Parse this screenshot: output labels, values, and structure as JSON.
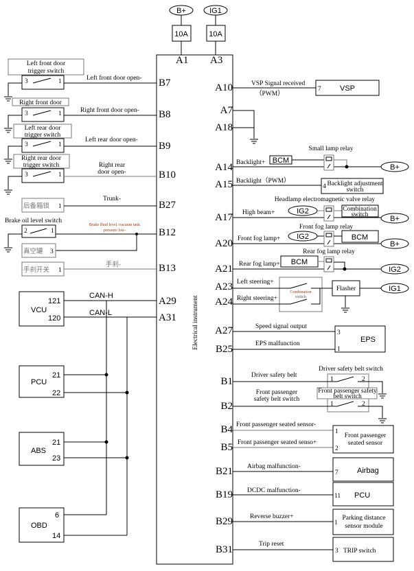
{
  "module": {
    "title": "Electrical instrument",
    "top_pins": [
      "A1",
      "A3"
    ]
  },
  "power": {
    "bplus": "B+",
    "ig1": "IG1",
    "fuse1": "10A",
    "fuse2": "10A"
  },
  "left": {
    "lf": {
      "switch": "Left front door trigger switch",
      "sw1": "Left front door",
      "sw2": "trigger switch",
      "signal": "Left front door open-",
      "pin": "B7",
      "p3": "3",
      "p1": "1"
    },
    "rf": {
      "switch": "Right front door",
      "signal": "Right front door open-",
      "pin": "B8",
      "p3": "3",
      "p1": "1"
    },
    "lr": {
      "sw1": "Left rear door",
      "sw2": "trigger switch",
      "signal": "Left rear door open-",
      "pin": "B9",
      "p3": "3",
      "p1": "1"
    },
    "rr": {
      "sw1": "Right rear door",
      "sw2": "trigger switch",
      "sig1": "Right rear",
      "sig2": "door open-",
      "pin": "B10",
      "p3": "3",
      "p1": "1"
    },
    "trunk": {
      "box": "后备箱锁",
      "p1": "1",
      "signal": "Trunk-",
      "pin": "B27"
    },
    "brake": {
      "switch": "Brake oil level switch",
      "p2": "2",
      "p1": "1",
      "sig1": "Brake fluid level /vacuum tank",
      "sig2": "pressure low-",
      "pin": "B12",
      "vac": "真空罐",
      "p3": "3"
    },
    "hand": {
      "box": "手刹开关",
      "p1": "1",
      "signal": "手刹-",
      "pin": "B13"
    },
    "can": {
      "h": "CAN-H",
      "l": "CAN-L",
      "pin_h": "A29",
      "pin_l": "A31"
    },
    "vcu": {
      "name": "VCU",
      "a": "121",
      "b": "120"
    },
    "pcu": {
      "name": "PCU",
      "a": "21",
      "b": "22"
    },
    "abs": {
      "name": "ABS",
      "a": "21",
      "b": "23"
    },
    "obd": {
      "name": "OBD",
      "a": "6",
      "b": "14"
    }
  },
  "right": {
    "a10": {
      "pin": "A10",
      "sig": "VSP Signal received",
      "sig2": "（PWM）",
      "n": "7",
      "box": "VSP"
    },
    "a7": {
      "pin": "A7"
    },
    "a18": {
      "pin": "A18"
    },
    "a14": {
      "pin": "A14",
      "sig": "Backlight+",
      "bcm": "BCM",
      "relay": "Small lamp relay",
      "src": "B+"
    },
    "a15": {
      "pin": "A15",
      "sig": "Backlight（PWM）",
      "n": "4",
      "box": "Backlight adjustment switch",
      "box1": "Backlight adjustment",
      "box2": "switch"
    },
    "a17": {
      "pin": "A17",
      "sig": "High beam+",
      "relay": "Headlamp electromagnetic valve relay",
      "ig": "IG2",
      "box1": "Combination",
      "box2": "switch",
      "src": "B+"
    },
    "a20": {
      "pin": "A20",
      "sig": "Front fog lamp+",
      "relay": "Front fog lamp relay",
      "ig": "IG2",
      "bcm": "BCM",
      "src": "B+"
    },
    "a21": {
      "pin": "A21",
      "sig": "Rear fog lamp+",
      "relay": "Rear fog lamp relay",
      "bcm": "BCM",
      "src": "IG2"
    },
    "a23": {
      "pin": "A23",
      "sig": "Left steering+"
    },
    "a24": {
      "pin": "A24",
      "sig": "Right steering+",
      "comb1": "Combination",
      "comb2": "switch",
      "flasher": "Flasher",
      "src": "IG1"
    },
    "a27": {
      "pin": "A27",
      "sig": "Speed signal output",
      "n": "3"
    },
    "b25": {
      "pin": "B25",
      "sig": "EPS malfunction",
      "n": "1",
      "box": "EPS"
    },
    "b1": {
      "pin": "B1",
      "sig": "Driver safety belt",
      "sw": "Driver safety belt switch",
      "p1": "1",
      "p2": "2"
    },
    "b2": {
      "pin": "B2",
      "sig1": "Front passenger",
      "sig2": "safety belt switch",
      "sw1": "Front passenger safety",
      "sw2": "belt switch",
      "p1": "1",
      "p2": "2"
    },
    "b4": {
      "pin": "B4",
      "sig": "Front passenger seated sensor-",
      "n": "1"
    },
    "b5": {
      "pin": "B5",
      "sig": "Front passenger seated senso+",
      "n": "2",
      "box1": "Front passenger",
      "box2": "seated sensor"
    },
    "b21": {
      "pin": "B21",
      "sig": "Airbag malfunction-",
      "n": "7",
      "box": "Airbag"
    },
    "b19": {
      "pin": "B19",
      "sig": "DCDC malfunction-",
      "n": "11",
      "box": "PCU"
    },
    "b29": {
      "pin": "B29",
      "sig": "Reverse buzzer+",
      "n": "1",
      "box1": "Parking distance",
      "box2": "sensor module"
    },
    "b31": {
      "pin": "B31",
      "sig": "Trip reset",
      "n": "3",
      "box": "TRIP switch"
    }
  }
}
